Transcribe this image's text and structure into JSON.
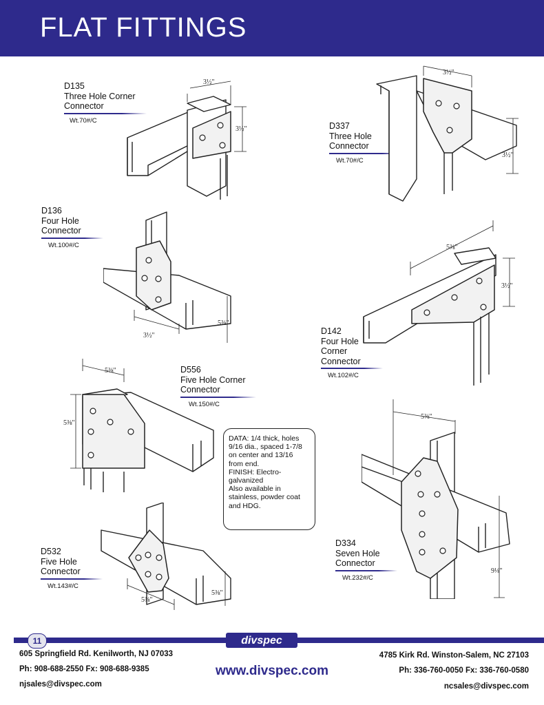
{
  "header": {
    "title": "FLAT FITTINGS",
    "color": "#2e2a8c"
  },
  "products": [
    {
      "code": "D135",
      "name_lines": [
        "Three Hole Corner",
        "Connector"
      ],
      "weight": "Wt.70#/C"
    },
    {
      "code": "D337",
      "name_lines": [
        "Three Hole",
        "Connector"
      ],
      "weight": "Wt.70#/C"
    },
    {
      "code": "D136",
      "name_lines": [
        "Four Hole",
        "Connector"
      ],
      "weight": "Wt.100#/C"
    },
    {
      "code": "D142",
      "name_lines": [
        "Four Hole",
        "Corner",
        "Connector"
      ],
      "weight": "Wt.102#/C"
    },
    {
      "code": "D556",
      "name_lines": [
        "Five Hole Corner",
        "Connector"
      ],
      "weight": "Wt.150#/C"
    },
    {
      "code": "D532",
      "name_lines": [
        "Five Hole",
        "Connector"
      ],
      "weight": "Wt.143#/C"
    },
    {
      "code": "D334",
      "name_lines": [
        "Seven Hole",
        "Connector"
      ],
      "weight": "Wt.232#/C"
    }
  ],
  "dimensions": {
    "three_half": "3½\"",
    "five_three_eighths": "5⅜\"",
    "nine_one_eighth": "9⅛\""
  },
  "data_box": {
    "lines": [
      "DATA: 1/4 thick, holes",
      "9/16 dia., spaced 1-7/8",
      "on center and 13/16",
      "from end.",
      "FINISH: Electro-",
      "galvanized",
      "Also available in",
      "stainless, powder coat",
      "and HDG."
    ]
  },
  "footer": {
    "page_number": "11",
    "logo_text": "divspec",
    "left_address": "605 Springfield Rd. Kenilworth, NJ 07033",
    "left_phone": "Ph: 908-688-2550 Fx: 908-688-9385",
    "left_email": "njsales@divspec.com",
    "website": "www.divspec.com",
    "right_address": "4785 Kirk Rd. Winston-Salem, NC 27103",
    "right_phone": "Ph: 336-760-0050 Fx: 336-760-0580",
    "right_email": "ncsales@divspec.com"
  }
}
